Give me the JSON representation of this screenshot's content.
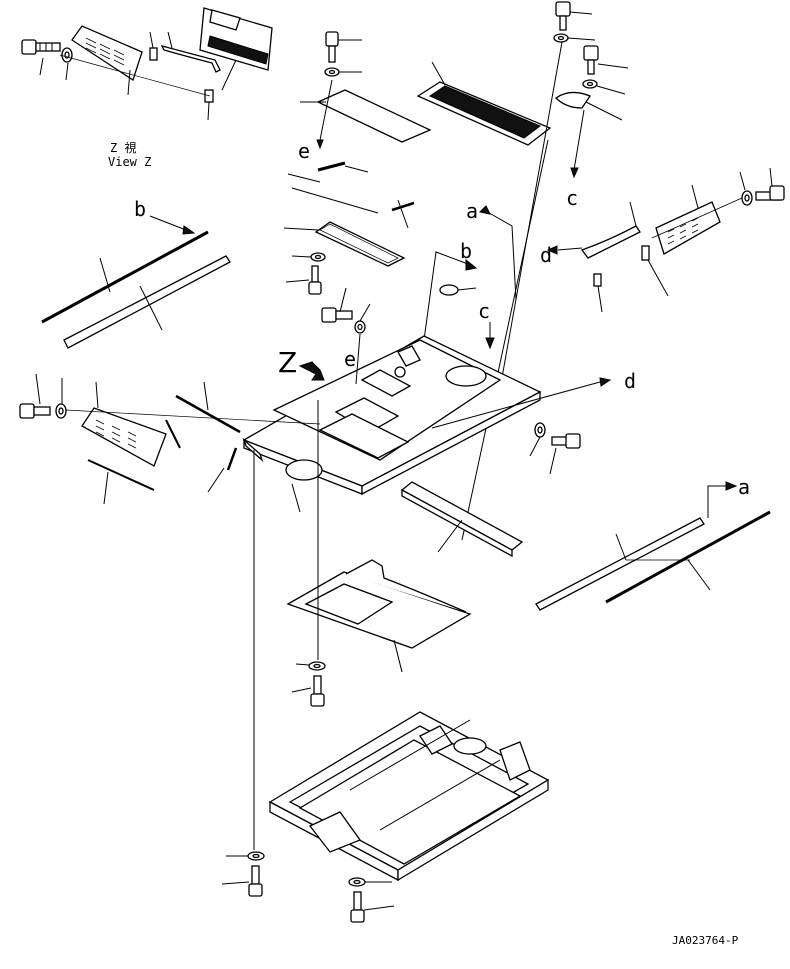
{
  "view": {
    "jp": "Z 視",
    "en": "View Z"
  },
  "view_marker": "Z",
  "callouts": {
    "a_upper": "a",
    "a_right": "a",
    "b_left": "b",
    "b_mid": "b",
    "c_upper": "c",
    "c_mid": "c",
    "d_right": "d",
    "d_mid": "d",
    "e_upper": "e",
    "e_mid": "e"
  },
  "drawing_number": "JA023764-P"
}
